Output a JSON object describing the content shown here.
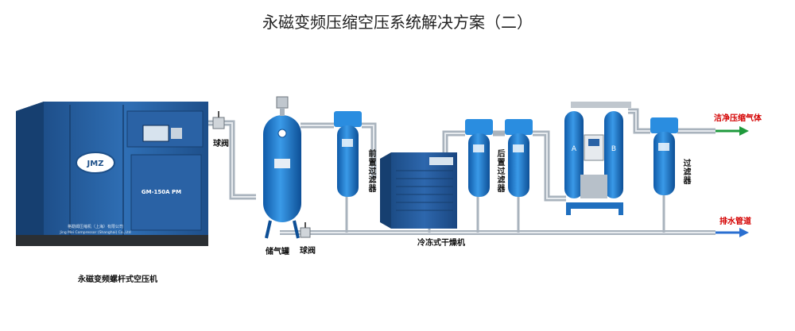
{
  "title": "永磁变频压缩空压系统解决方案（二）",
  "labels": {
    "ball_valve_top": "球阀",
    "ball_valve_bottom": "球阀",
    "air_tank": "储气罐",
    "pre_filter": "前置过滤器",
    "dryer": "冷冻式干燥机",
    "post_filter": "后置过滤器",
    "filter": "过滤器",
    "clean_air": "洁净压缩气体",
    "drain": "排水管道",
    "compressor": "永磁变频螺杆式空压机"
  },
  "machine_text": {
    "model": "GM-150A PM",
    "maker_cn": "格勒姆压缩机（上海）有限公司",
    "maker_en": "Jing Mei Compressor (Shanghai) Co.,Ltd",
    "logo": "JMZ",
    "tower_a": "A",
    "tower_b": "B"
  },
  "colors": {
    "machine_blue": "#2a5d9e",
    "tank_blue": "#1f7fcf",
    "pipe": "#b9c2cc",
    "clean_arrow": "#1f9a3c",
    "drain_arrow": "#2a6fd0",
    "label_red": "#d40000"
  }
}
